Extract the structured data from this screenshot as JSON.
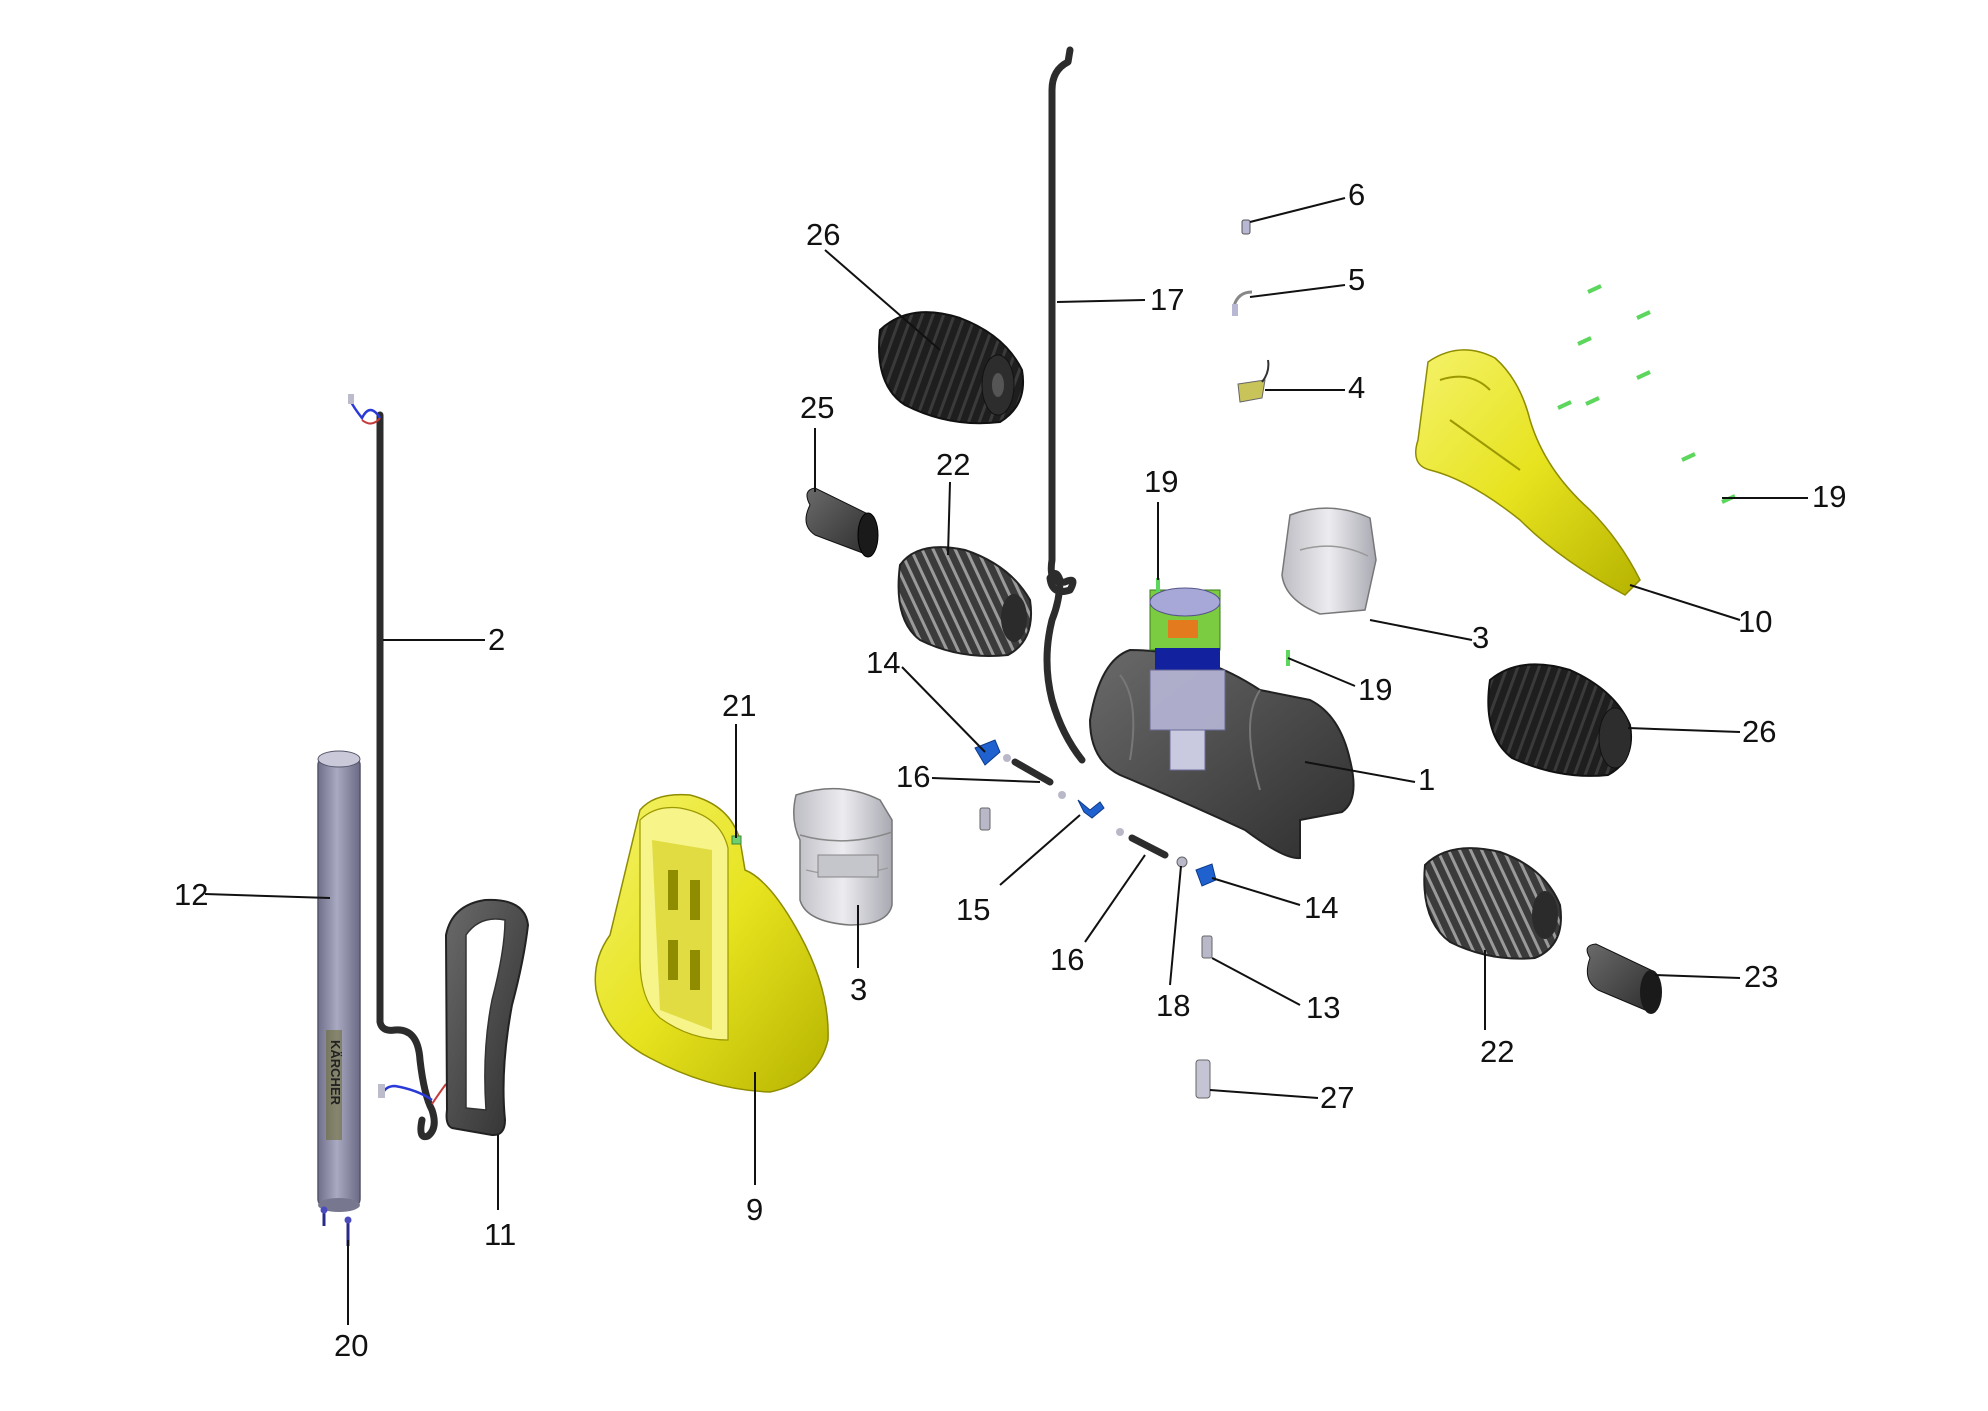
{
  "diagram": {
    "labels": [
      "1",
      "2",
      "3",
      "3",
      "4",
      "5",
      "6",
      "9",
      "10",
      "11",
      "12",
      "13",
      "14",
      "14",
      "15",
      "16",
      "16",
      "17",
      "18",
      "19",
      "19",
      "19",
      "20",
      "21",
      "22",
      "22",
      "23",
      "25",
      "26",
      "26",
      "27"
    ],
    "logo_text": "KÄRCHER",
    "colors": {
      "housing_yellow": "#e7e31f",
      "brush_dark": "#1e1e1e",
      "grey_part": "#4a4a4a",
      "light_grey_part": "#d4d4d8",
      "tube_purple": "#8e8ea8",
      "connector_blue": "#1f62cf",
      "pin_green": "#5cd65c",
      "motor_green": "#7ccc42",
      "motor_blue": "#12229e",
      "motor_orange": "#e37b1e"
    }
  }
}
